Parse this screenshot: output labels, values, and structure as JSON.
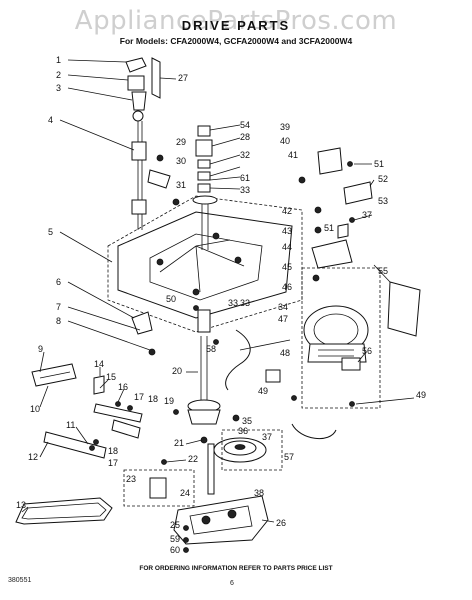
{
  "watermark": "AppliancePartsPros.com",
  "header": {
    "title": "DRIVE PARTS",
    "models": "For Models: CFA2000W4, GCFA2000W4 and 3CFA2000W4"
  },
  "footer": {
    "note": "FOR ORDERING INFORMATION REFER TO PARTS PRICE LIST",
    "page": "6",
    "doc_id": "380551"
  },
  "callouts": [
    {
      "id": "c1",
      "label": "1"
    },
    {
      "id": "c2",
      "label": "2"
    },
    {
      "id": "c3",
      "label": "3"
    },
    {
      "id": "c4",
      "label": "4"
    },
    {
      "id": "c5",
      "label": "5"
    },
    {
      "id": "c6",
      "label": "6"
    },
    {
      "id": "c7",
      "label": "7"
    },
    {
      "id": "c8",
      "label": "8"
    },
    {
      "id": "c9",
      "label": "9"
    },
    {
      "id": "c10",
      "label": "10"
    },
    {
      "id": "c11",
      "label": "11"
    },
    {
      "id": "c12",
      "label": "12"
    },
    {
      "id": "c13",
      "label": "13"
    },
    {
      "id": "c14",
      "label": "14"
    },
    {
      "id": "c15",
      "label": "15"
    },
    {
      "id": "c16",
      "label": "16"
    },
    {
      "id": "c17a",
      "label": "17"
    },
    {
      "id": "c17b",
      "label": "17"
    },
    {
      "id": "c18a",
      "label": "18"
    },
    {
      "id": "c18b",
      "label": "18"
    },
    {
      "id": "c19",
      "label": "19"
    },
    {
      "id": "c20",
      "label": "20"
    },
    {
      "id": "c21",
      "label": "21"
    },
    {
      "id": "c22",
      "label": "22"
    },
    {
      "id": "c23",
      "label": "23"
    },
    {
      "id": "c24",
      "label": "24"
    },
    {
      "id": "c25",
      "label": "25"
    },
    {
      "id": "c26",
      "label": "26"
    },
    {
      "id": "c27",
      "label": "27"
    },
    {
      "id": "c28",
      "label": "28"
    },
    {
      "id": "c29",
      "label": "29"
    },
    {
      "id": "c30",
      "label": "30"
    },
    {
      "id": "c31",
      "label": "31"
    },
    {
      "id": "c32",
      "label": "32"
    },
    {
      "id": "c33a",
      "label": "33"
    },
    {
      "id": "c33b",
      "label": "33"
    },
    {
      "id": "c33c",
      "label": "33"
    },
    {
      "id": "c34",
      "label": "34"
    },
    {
      "id": "c35",
      "label": "35"
    },
    {
      "id": "c36",
      "label": "36"
    },
    {
      "id": "c37a",
      "label": "37"
    },
    {
      "id": "c37b",
      "label": "37"
    },
    {
      "id": "c38",
      "label": "38"
    },
    {
      "id": "c39",
      "label": "39"
    },
    {
      "id": "c40",
      "label": "40"
    },
    {
      "id": "c41",
      "label": "41"
    },
    {
      "id": "c42",
      "label": "42"
    },
    {
      "id": "c43",
      "label": "43"
    },
    {
      "id": "c44",
      "label": "44"
    },
    {
      "id": "c45",
      "label": "45"
    },
    {
      "id": "c46",
      "label": "46"
    },
    {
      "id": "c47",
      "label": "47"
    },
    {
      "id": "c48",
      "label": "48"
    },
    {
      "id": "c49a",
      "label": "49"
    },
    {
      "id": "c49b",
      "label": "49"
    },
    {
      "id": "c50",
      "label": "50"
    },
    {
      "id": "c51a",
      "label": "51"
    },
    {
      "id": "c51b",
      "label": "51"
    },
    {
      "id": "c52",
      "label": "52"
    },
    {
      "id": "c53",
      "label": "53"
    },
    {
      "id": "c54",
      "label": "54"
    },
    {
      "id": "c55",
      "label": "55"
    },
    {
      "id": "c56",
      "label": "56"
    },
    {
      "id": "c57",
      "label": "57"
    },
    {
      "id": "c58",
      "label": "58"
    },
    {
      "id": "c59",
      "label": "59"
    },
    {
      "id": "c60",
      "label": "60"
    },
    {
      "id": "c61",
      "label": "61"
    }
  ]
}
